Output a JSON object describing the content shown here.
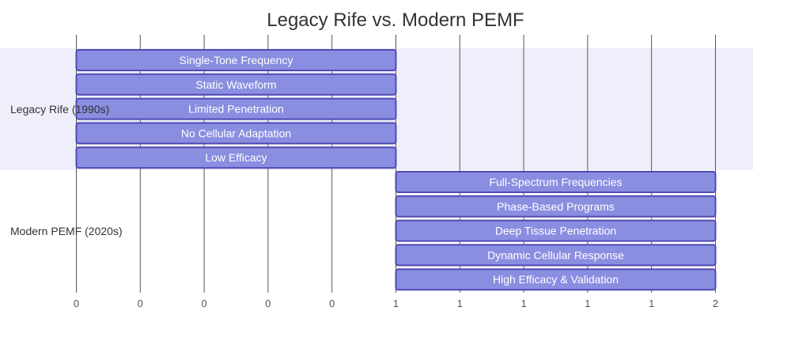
{
  "chart_data": {
    "type": "gantt",
    "title": "Legacy Rife vs. Modern PEMF",
    "x_ticks": [
      "0",
      "0",
      "0",
      "0",
      "0",
      "1",
      "1",
      "1",
      "1",
      "1",
      "2"
    ],
    "x_range": [
      0,
      2
    ],
    "grid": true,
    "sections": [
      {
        "label": "Legacy Rife (1990s)",
        "tasks": [
          {
            "name": "Single-Tone Frequency",
            "start": 0,
            "end": 1
          },
          {
            "name": "Static Waveform",
            "start": 0,
            "end": 1
          },
          {
            "name": "Limited Penetration",
            "start": 0,
            "end": 1
          },
          {
            "name": "No Cellular Adaptation",
            "start": 0,
            "end": 1
          },
          {
            "name": "Low Efficacy",
            "start": 0,
            "end": 1
          }
        ]
      },
      {
        "label": "Modern PEMF (2020s)",
        "tasks": [
          {
            "name": "Full-Spectrum Frequencies",
            "start": 1,
            "end": 2
          },
          {
            "name": "Phase-Based Programs",
            "start": 1,
            "end": 2
          },
          {
            "name": "Deep Tissue Penetration",
            "start": 1,
            "end": 2
          },
          {
            "name": "Dynamic Cellular Response",
            "start": 1,
            "end": 2
          },
          {
            "name": "High Efficacy & Validation",
            "start": 1,
            "end": 2
          }
        ]
      }
    ]
  },
  "colors": {
    "bar_fill": "#8a8ee0",
    "bar_stroke": "#5149b5",
    "section_band_1": "#efeffc",
    "section_band_2": "#ffffff",
    "grid_line": "#555555",
    "title": "#333333"
  }
}
